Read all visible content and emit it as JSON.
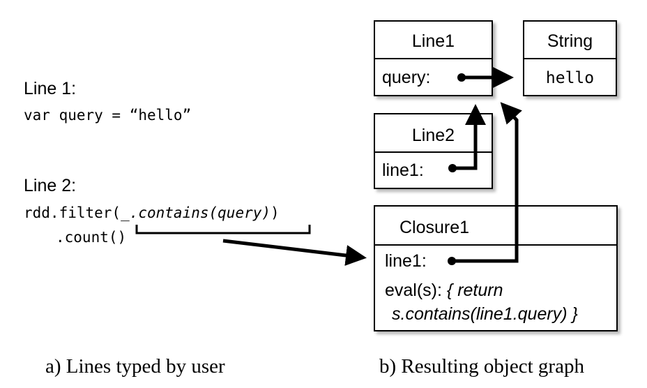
{
  "left": {
    "line1_heading": "Line 1:",
    "line1_code": "var query = “hello”",
    "line2_heading": "Line 2:",
    "line2_code_prefix": "rdd.filter(",
    "line2_code_italic": "_.contains(query)",
    "line2_code_suffix": ")",
    "line2_code_cont": ".count()"
  },
  "objects": {
    "line1_box": {
      "title": "Line1",
      "field": "query:"
    },
    "string_box": {
      "title": "String",
      "value": "hello"
    },
    "line2_box": {
      "title": "Line2",
      "field": "line1:"
    },
    "closure_box": {
      "title": "Closure1",
      "field": "line1:",
      "eval_prefix": "eval(s): ",
      "eval_body_1": "{ return",
      "eval_body_2": "s.contains(line1.query) }"
    }
  },
  "captions": {
    "left": "a) Lines typed by user",
    "right": "b) Resulting object graph"
  }
}
